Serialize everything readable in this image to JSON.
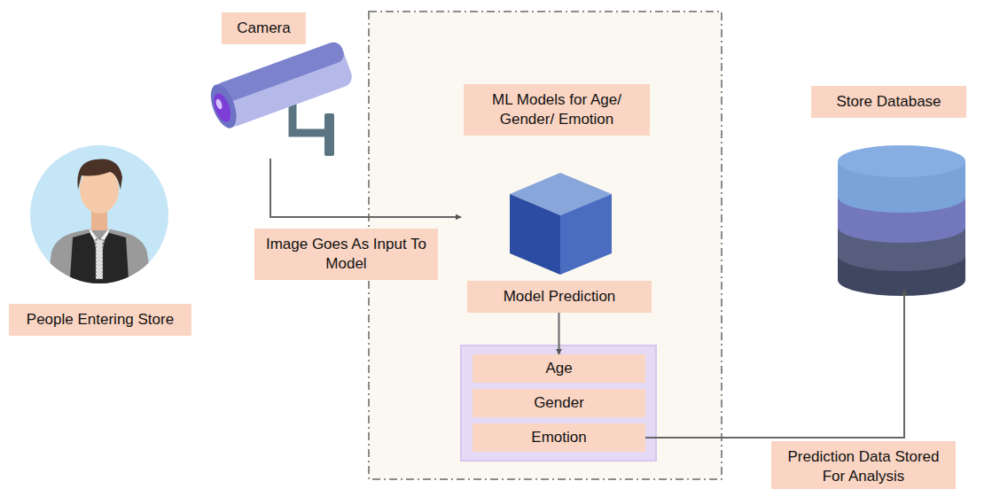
{
  "diagram": {
    "nodes": [
      {
        "text": [
          "People Entering Store"
        ]
      },
      {
        "text": [
          "Camera"
        ]
      },
      {
        "text": [
          "ML Models for Age/ Gender/ Emotion",
          "Model Prediction"
        ]
      },
      {
        "text": [
          "Age"
        ]
      },
      {
        "text": [
          "Gender"
        ]
      },
      {
        "text": [
          "Emotion"
        ]
      },
      {
        "text": [
          "Store Database"
        ]
      }
    ],
    "edges": [
      {
        "from": 1,
        "to": 2,
        "arrow": "to",
        "label": "Image Goes As Input To Model"
      },
      {
        "from": 2,
        "to": 3,
        "arrow": "to"
      },
      {
        "from": 5,
        "to": 6,
        "arrow": "to",
        "label": "Prediction Data Stored For Analysis"
      }
    ]
  }
}
